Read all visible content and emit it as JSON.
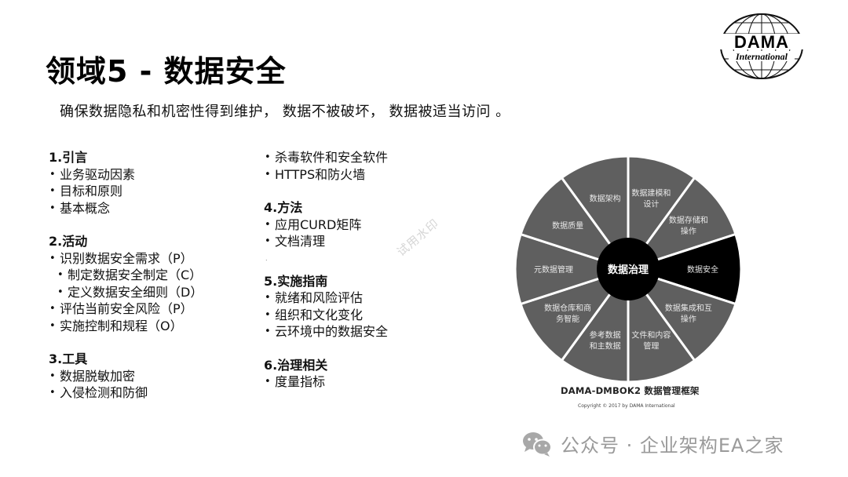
{
  "slide": {
    "title": "领域5 - 数据安全",
    "subtitle": "确保数据隐私和机密性得到维护， 数据不被破坏， 数据被适当访问 。",
    "logo": {
      "name": "DAMA",
      "sub": "International"
    },
    "watermark": "试用水印"
  },
  "col1": {
    "sections": [
      {
        "heading": "1.引言",
        "items": [
          "业务驱动因素",
          "目标和原则",
          "基本概念"
        ]
      },
      {
        "heading": "2.活动",
        "items": [
          "识别数据安全需求（P）",
          "制定数据安全制定（C）",
          "定义数据安全细则（D）",
          "评估当前安全风险（P）",
          "实施控制和规程（O）"
        ]
      },
      {
        "heading": "3.工具",
        "items": [
          "数据脱敏加密",
          "入侵检测和防御"
        ]
      }
    ]
  },
  "col2": {
    "continued_items": [
      "杀毒软件和安全软件",
      "HTTPS和防火墙"
    ],
    "sections": [
      {
        "heading": "4.方法",
        "items": [
          "应用CURD矩阵",
          "文档清理"
        ]
      },
      {
        "heading": "5.实施指南",
        "items": [
          "就绪和风险评估",
          "组织和文化变化",
          "云环境中的数据安全"
        ]
      },
      {
        "heading": "6.治理相关",
        "items": [
          "度量指标"
        ]
      }
    ]
  },
  "wheel": {
    "center": "数据治理",
    "segments": [
      {
        "line1": "数据建模和",
        "line2": "设计"
      },
      {
        "line1": "数据存储和",
        "line2": "操作"
      },
      {
        "line1": "数据安全",
        "line2": ""
      },
      {
        "line1": "数据集成和互",
        "line2": "操作"
      },
      {
        "line1": "文件和内容",
        "line2": "管理"
      },
      {
        "line1": "参考数据",
        "line2": "和主数据"
      },
      {
        "line1": "数据仓库和商",
        "line2": "务智能"
      },
      {
        "line1": "元数据管理",
        "line2": ""
      },
      {
        "line1": "数据质量",
        "line2": ""
      },
      {
        "line1": "数据架构",
        "line2": ""
      }
    ],
    "highlight_color": "#000000",
    "segment_color": "#5f5f5f",
    "caption": "DAMA-DMBOK2 数据管理框架",
    "copyright": "Copyright © 2017 by DAMA International"
  },
  "footer": {
    "text": "公众号 · 企业架构EA之家",
    "icon": "wechat-icon"
  }
}
